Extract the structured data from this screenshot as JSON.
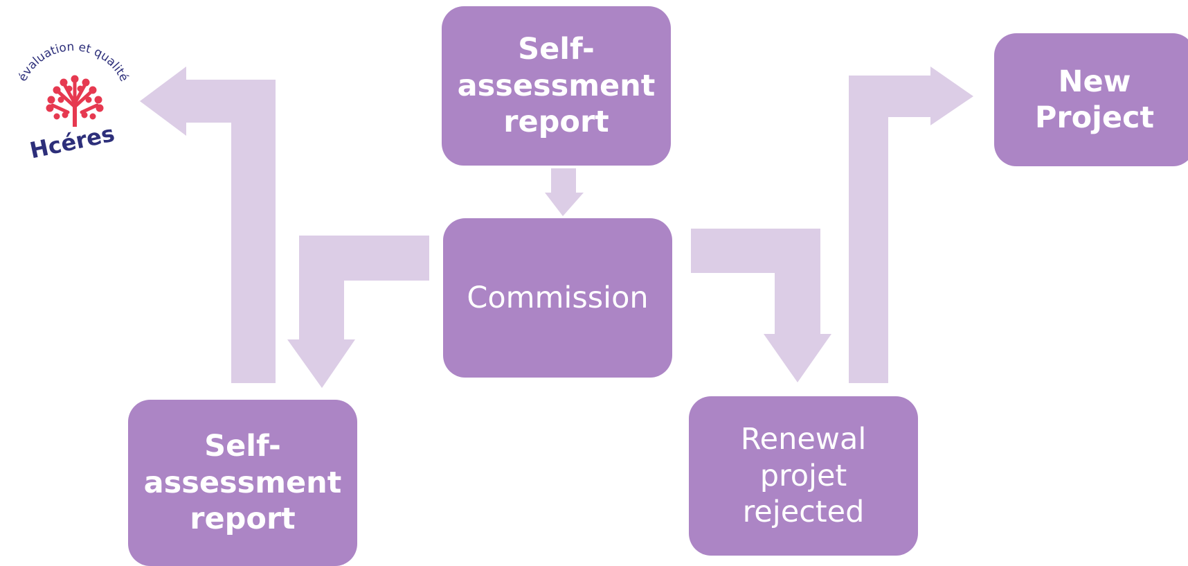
{
  "colors": {
    "box": "#ac85c5",
    "arrow": "#dccde6",
    "box_text": "#ffffff",
    "logo_red": "#e63950",
    "logo_navy": "#2d2f7a"
  },
  "logo": {
    "arc_text": "évaluation et qualité",
    "brand": "Hcéres"
  },
  "nodes": {
    "top": {
      "lines": [
        "Self-",
        "assessment",
        "report"
      ]
    },
    "commission": {
      "lines": [
        "Commission"
      ]
    },
    "new_project": {
      "lines": [
        "New",
        "Project"
      ]
    },
    "bottom_left": {
      "lines": [
        "Self-",
        "assessment",
        "report"
      ]
    },
    "bottom_right": {
      "lines": [
        "Renewal",
        "projet",
        "rejected"
      ]
    }
  },
  "arrows": [
    {
      "id": "top-to-commission",
      "from": "top",
      "to": "commission"
    },
    {
      "id": "commission-to-bottom-left",
      "from": "commission",
      "to": "bottom_left"
    },
    {
      "id": "bottom-left-to-logo",
      "from": "bottom_left",
      "to": "logo"
    },
    {
      "id": "commission-to-bottom-right",
      "from": "commission",
      "to": "bottom_right"
    },
    {
      "id": "bottom-right-to-new-project",
      "from": "bottom_right",
      "to": "new_project"
    }
  ]
}
